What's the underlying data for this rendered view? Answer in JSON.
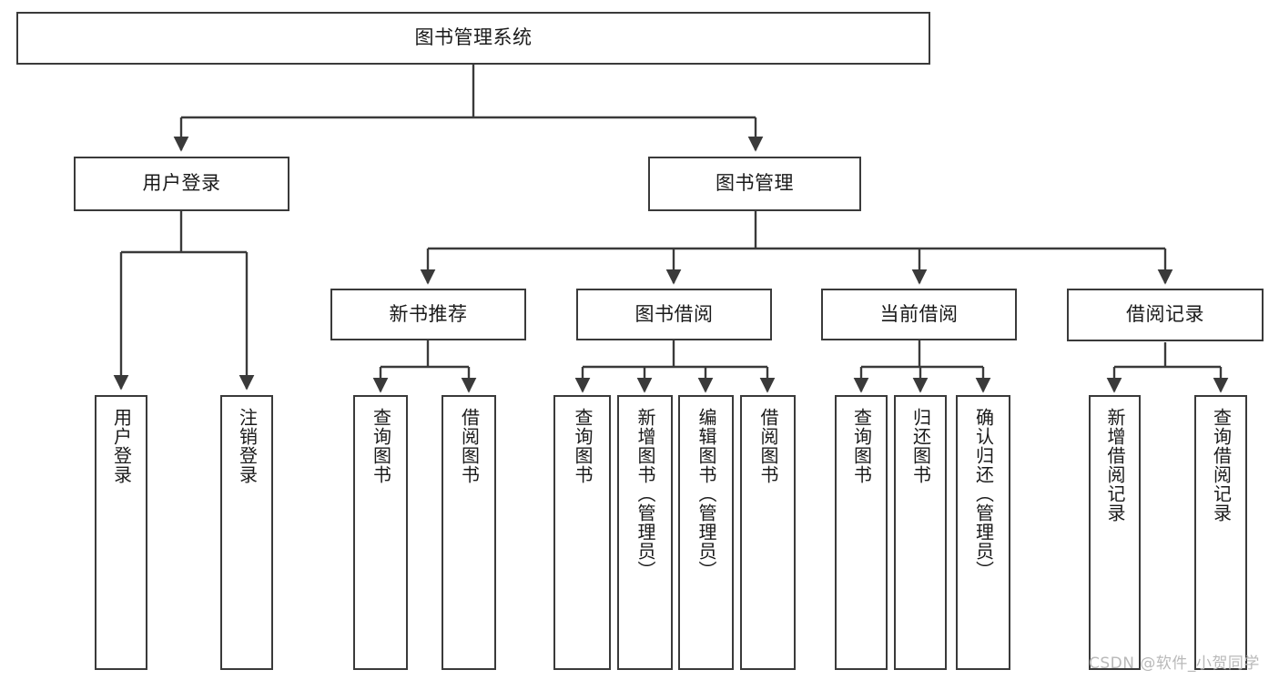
{
  "diagram": {
    "type": "tree-hierarchy",
    "title": "图书管理系统",
    "root": {
      "id": "root",
      "label": "图书管理系统"
    },
    "level2": [
      {
        "id": "user-login",
        "label": "用户登录"
      },
      {
        "id": "book-management",
        "label": "图书管理"
      }
    ],
    "level3": [
      {
        "id": "new-book-recommend",
        "label": "新书推荐"
      },
      {
        "id": "book-borrow",
        "label": "图书借阅"
      },
      {
        "id": "current-borrow",
        "label": "当前借阅"
      },
      {
        "id": "borrow-record",
        "label": "借阅记录"
      }
    ],
    "leaves": {
      "user_login": [
        {
          "id": "leaf-user-login",
          "label": "用户登录"
        },
        {
          "id": "leaf-logout-login",
          "label": "注销登录"
        }
      ],
      "new_book_recommend": [
        {
          "id": "leaf-query-book-1",
          "label": "查询图书"
        },
        {
          "id": "leaf-borrow-book-1",
          "label": "借阅图书"
        }
      ],
      "book_borrow": [
        {
          "id": "leaf-query-book-2",
          "label": "查询图书"
        },
        {
          "id": "leaf-add-book",
          "label": "新增图书（管理员）"
        },
        {
          "id": "leaf-edit-book",
          "label": "编辑图书（管理员）"
        },
        {
          "id": "leaf-borrow-book-2",
          "label": "借阅图书"
        }
      ],
      "current_borrow": [
        {
          "id": "leaf-query-book-3",
          "label": "查询图书"
        },
        {
          "id": "leaf-return-book",
          "label": "归还图书"
        },
        {
          "id": "leaf-confirm-return",
          "label": "确认归还（管理员）"
        }
      ],
      "borrow_record": [
        {
          "id": "leaf-add-record",
          "label": "新增借阅记录"
        },
        {
          "id": "leaf-query-record",
          "label": "查询借阅记录"
        }
      ]
    }
  },
  "watermark": {
    "text": "CSDN @软件_小贺同学"
  },
  "colors": {
    "stroke": "#3a3a3a",
    "background": "#ffffff",
    "text": "#1a1a1a",
    "watermark": "#b9b9b9"
  }
}
